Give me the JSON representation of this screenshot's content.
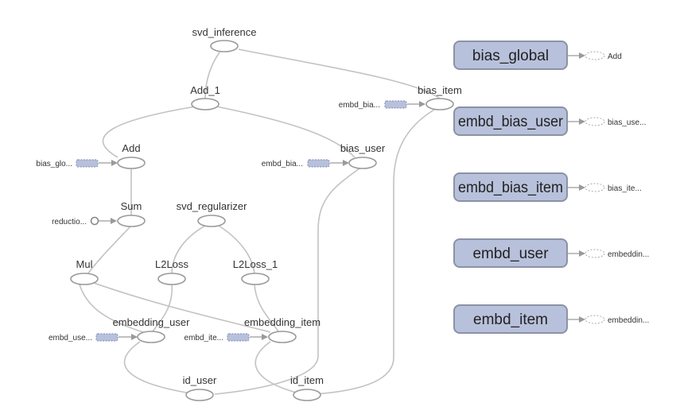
{
  "graph": {
    "ops": {
      "svd_inference": "svd_inference",
      "add_1": "Add_1",
      "bias_item": "bias_item",
      "add": "Add",
      "bias_user": "bias_user",
      "sum": "Sum",
      "svd_regularizer": "svd_regularizer",
      "mul": "Mul",
      "l2loss": "L2Loss",
      "l2loss_1": "L2Loss_1",
      "embedding_user": "embedding_user",
      "embedding_item": "embedding_item",
      "id_user": "id_user",
      "id_item": "id_item"
    },
    "inputs": {
      "embd_bias_item_short": "embd_bia...",
      "bias_global_short": "bias_glo...",
      "embd_bias_user_short": "embd_bia...",
      "reduction_short": "reductio...",
      "embd_user_short": "embd_use...",
      "embd_item_short": "embd_ite..."
    },
    "functions": [
      {
        "label": "bias_global",
        "output": "Add"
      },
      {
        "label": "embd_bias_user",
        "output": "bias_use..."
      },
      {
        "label": "embd_bias_item",
        "output": "bias_ite..."
      },
      {
        "label": "embd_user",
        "output": "embeddin..."
      },
      {
        "label": "embd_item",
        "output": "embeddin..."
      }
    ]
  }
}
